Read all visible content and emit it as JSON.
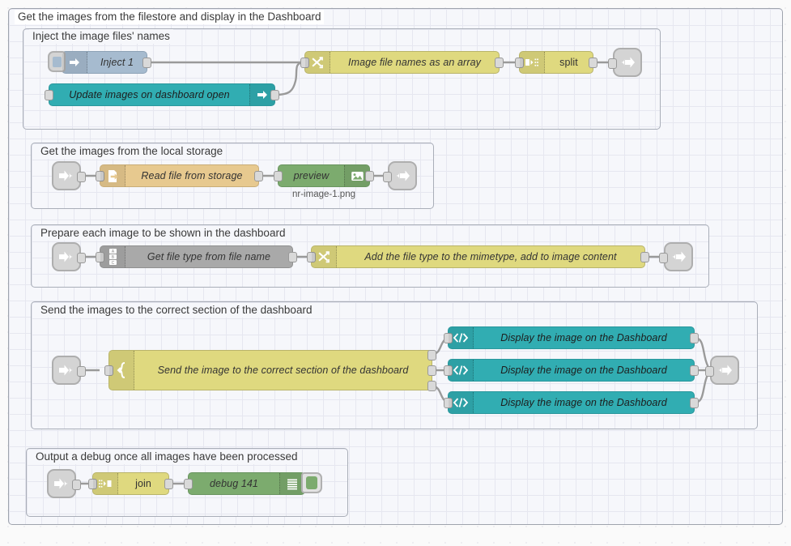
{
  "app": {
    "name": "node-red-flow-editor",
    "canvas_background": "#fafafa"
  },
  "palette": {
    "yellow": "#dfd97f",
    "teal": "#31adb2",
    "green": "#7cab6e",
    "orange": "#e7c98f",
    "grey": "#a9a9a9",
    "blue": "#a6bbcf",
    "wire": "#9a9a9a",
    "group_fill": "#f6f7fb",
    "group_border": "#a9aeb8"
  },
  "groups": [
    {
      "id": "outer",
      "label": "Get the images from the filestore and display in the Dashboard"
    },
    {
      "id": "inject",
      "label": "Inject the image files' names"
    },
    {
      "id": "storage",
      "label": "Get the images from the local storage"
    },
    {
      "id": "prepare",
      "label": "Prepare each image to be shown in the dashboard"
    },
    {
      "id": "send",
      "label": "Send the images to the correct section of the dashboard"
    },
    {
      "id": "debug",
      "label": "Output a debug once all images have been processed"
    }
  ],
  "nodes": {
    "inject_1": {
      "label": "Inject 1",
      "icon": "inject-arrow-icon",
      "color": "blue"
    },
    "update_images": {
      "label": "Update images on dashboard open",
      "icon": "inject-arrow-icon",
      "color": "teal"
    },
    "image_array": {
      "label": "Image file names as an array",
      "icon": "change-swap-icon",
      "color": "yellow"
    },
    "split": {
      "label": "split",
      "icon": "split-icon",
      "color": "yellow"
    },
    "link_out_1": {
      "label": "",
      "icon": "link-out-icon",
      "color": "grey"
    },
    "link_in_2": {
      "label": "",
      "icon": "link-in-icon",
      "color": "grey"
    },
    "read_file": {
      "label": "Read file from storage",
      "icon": "file-in-icon",
      "color": "orange"
    },
    "preview": {
      "label": "preview",
      "icon": "image-preview-icon",
      "color": "green",
      "caption": "nr-image-1.png"
    },
    "link_out_2": {
      "label": "",
      "icon": "link-out-icon",
      "color": "grey"
    },
    "link_in_3": {
      "label": "",
      "icon": "link-in-icon",
      "color": "grey"
    },
    "get_file_type": {
      "label": "Get file type from file name",
      "icon": "template-abc-icon",
      "color": "grey"
    },
    "add_mimetype": {
      "label": "Add the file type to the mimetype, add to image content",
      "icon": "change-swap-icon",
      "color": "yellow"
    },
    "link_out_3": {
      "label": "",
      "icon": "link-out-icon",
      "color": "grey"
    },
    "link_in_4": {
      "label": "",
      "icon": "link-in-icon",
      "color": "grey"
    },
    "switch_section": {
      "label": "Send the image to the correct section of the dashboard",
      "icon": "switch-icon",
      "color": "yellow"
    },
    "display_1": {
      "label": "Display the image on the Dashboard",
      "icon": "code-template-icon",
      "color": "teal"
    },
    "display_2": {
      "label": "Display the image on the Dashboard",
      "icon": "code-template-icon",
      "color": "teal"
    },
    "display_3": {
      "label": "Display the image on the Dashboard",
      "icon": "code-template-icon",
      "color": "teal"
    },
    "link_out_4": {
      "label": "",
      "icon": "link-out-icon",
      "color": "grey"
    },
    "link_in_5": {
      "label": "",
      "icon": "link-in-icon",
      "color": "grey"
    },
    "join": {
      "label": "join",
      "icon": "join-icon",
      "color": "yellow"
    },
    "debug_141": {
      "label": "debug 141",
      "icon": "debug-lines-icon",
      "color": "green"
    }
  }
}
